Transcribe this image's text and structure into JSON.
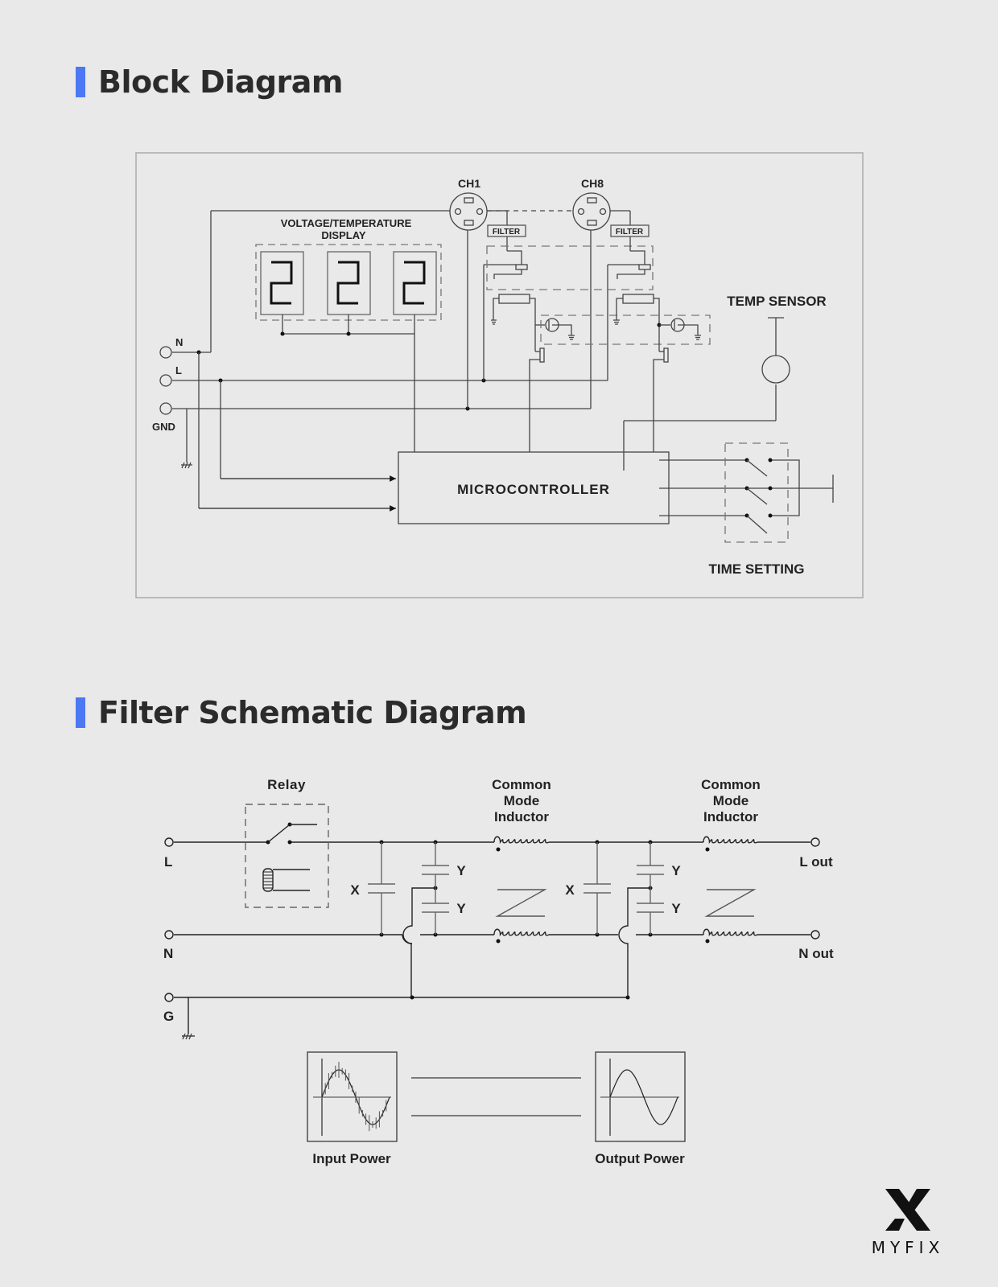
{
  "sections": {
    "block": {
      "title": "Block Diagram"
    },
    "filter": {
      "title": "Filter Schematic Diagram"
    }
  },
  "block_diagram": {
    "display_label_line1": "VOLTAGE/TEMPERATURE",
    "display_label_line2": "DISPLAY",
    "display_digits": [
      "2",
      "2",
      "2"
    ],
    "channel_1": "CH1",
    "channel_8": "CH8",
    "filter_label": "FILTER",
    "terminal_n": "N",
    "terminal_l": "L",
    "terminal_gnd": "GND",
    "microcontroller": "MICROCONTROLLER",
    "temp_sensor": "TEMP SENSOR",
    "time_setting": "TIME SETTING"
  },
  "filter_schematic": {
    "relay": "Relay",
    "cmi_1": [
      "Common",
      "Mode",
      "Inductor"
    ],
    "cmi_2": [
      "Common",
      "Mode",
      "Inductor"
    ],
    "terminal_l": "L",
    "terminal_n": "N",
    "terminal_g": "G",
    "l_out": "L out",
    "n_out": "N out",
    "cap_x": "X",
    "cap_y": "Y",
    "input_power": "Input Power",
    "output_power": "Output Power"
  },
  "brand": {
    "name": "MYFIX"
  },
  "colors": {
    "accent": "#4d78f3",
    "ink": "#2b2b2b",
    "background": "#e9e9e9"
  }
}
